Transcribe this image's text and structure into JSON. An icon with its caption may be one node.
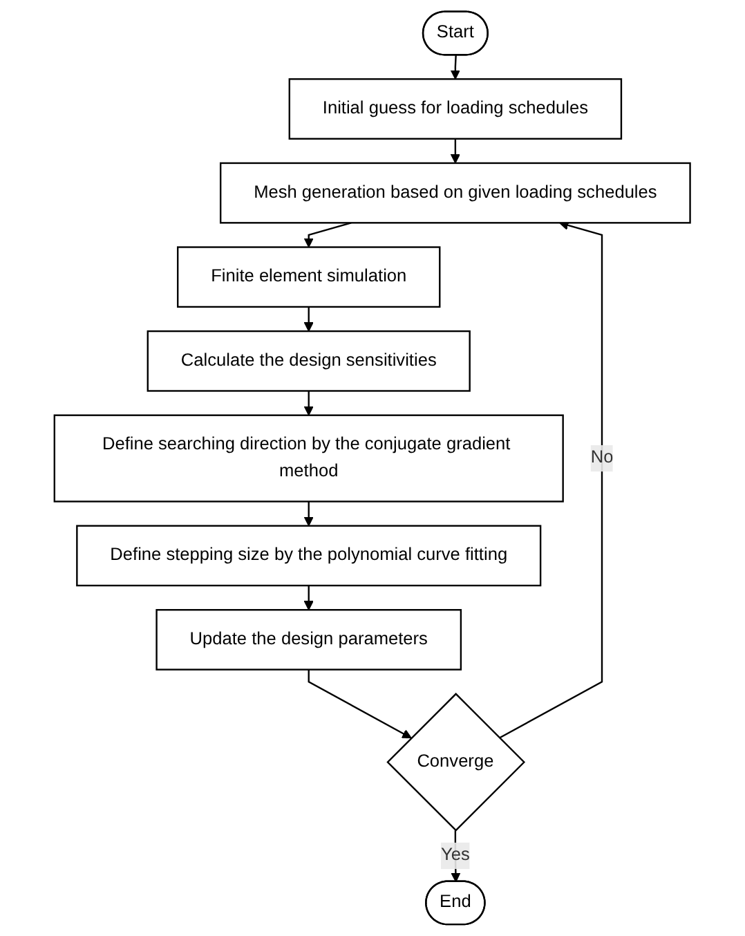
{
  "diagram": {
    "nodes": [
      {
        "text": [
          "Start"
        ]
      },
      {
        "text": [
          "Initial guess for loading schedules"
        ]
      },
      {
        "text": [
          "Mesh generation based on given loading schedules"
        ]
      },
      {
        "text": [
          "Finite element simulation"
        ]
      },
      {
        "text": [
          "Calculate the design sensitivities"
        ]
      },
      {
        "text": [
          "Define searching direction by the conjugate gradient method"
        ]
      },
      {
        "text": [
          "Define stepping size by the polynomial curve fitting"
        ]
      },
      {
        "text": [
          "Update the design parameters"
        ]
      },
      {
        "text": [
          "Converge"
        ]
      },
      {
        "text": [
          "End"
        ]
      }
    ],
    "edges": [
      {
        "from": 0,
        "to": 1,
        "arrow": "to"
      },
      {
        "from": 1,
        "to": 2,
        "arrow": "to"
      },
      {
        "from": 2,
        "to": 3,
        "arrow": "to"
      },
      {
        "from": 3,
        "to": 4,
        "arrow": "to"
      },
      {
        "from": 4,
        "to": 5,
        "arrow": "to"
      },
      {
        "from": 5,
        "to": 6,
        "arrow": "to"
      },
      {
        "from": 6,
        "to": 7,
        "arrow": "to"
      },
      {
        "from": 7,
        "to": 8,
        "arrow": "to"
      },
      {
        "from": 8,
        "to": 9,
        "label": "Yes",
        "arrow": "to"
      },
      {
        "from": 8,
        "to": 2,
        "label": "No",
        "arrow": "to"
      }
    ]
  }
}
